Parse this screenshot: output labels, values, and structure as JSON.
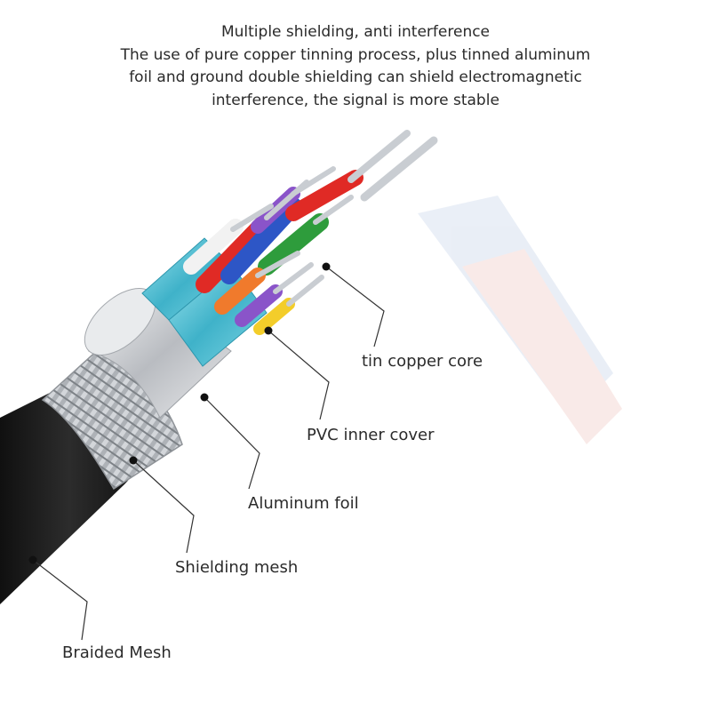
{
  "heading": {
    "title": "Multiple shielding, anti interference",
    "lines": [
      "The use of pure copper tinning process, plus tinned aluminum",
      "foil and ground double shielding can shield electromagnetic",
      "interference, the signal is more stable"
    ]
  },
  "callouts": {
    "tin_copper_core": "tin copper core",
    "pvc_inner_cover": "PVC inner cover",
    "aluminum_foil": "Aluminum foil",
    "shielding_mesh": "Shielding mesh",
    "braided_mesh": "Braided Mesh"
  },
  "colors": {
    "jacket": "#1c1c1c",
    "braid": "#b9bcc0",
    "foil": "#d7d9dc",
    "inner_cover": "#5cc3d6",
    "red": "#e02a25",
    "green": "#2e9c3c",
    "blue": "#2d56c6",
    "purple": "#8a54c9",
    "orange": "#f07a2c",
    "yellow": "#f3cd2a",
    "copper": "#c9cdd2"
  }
}
